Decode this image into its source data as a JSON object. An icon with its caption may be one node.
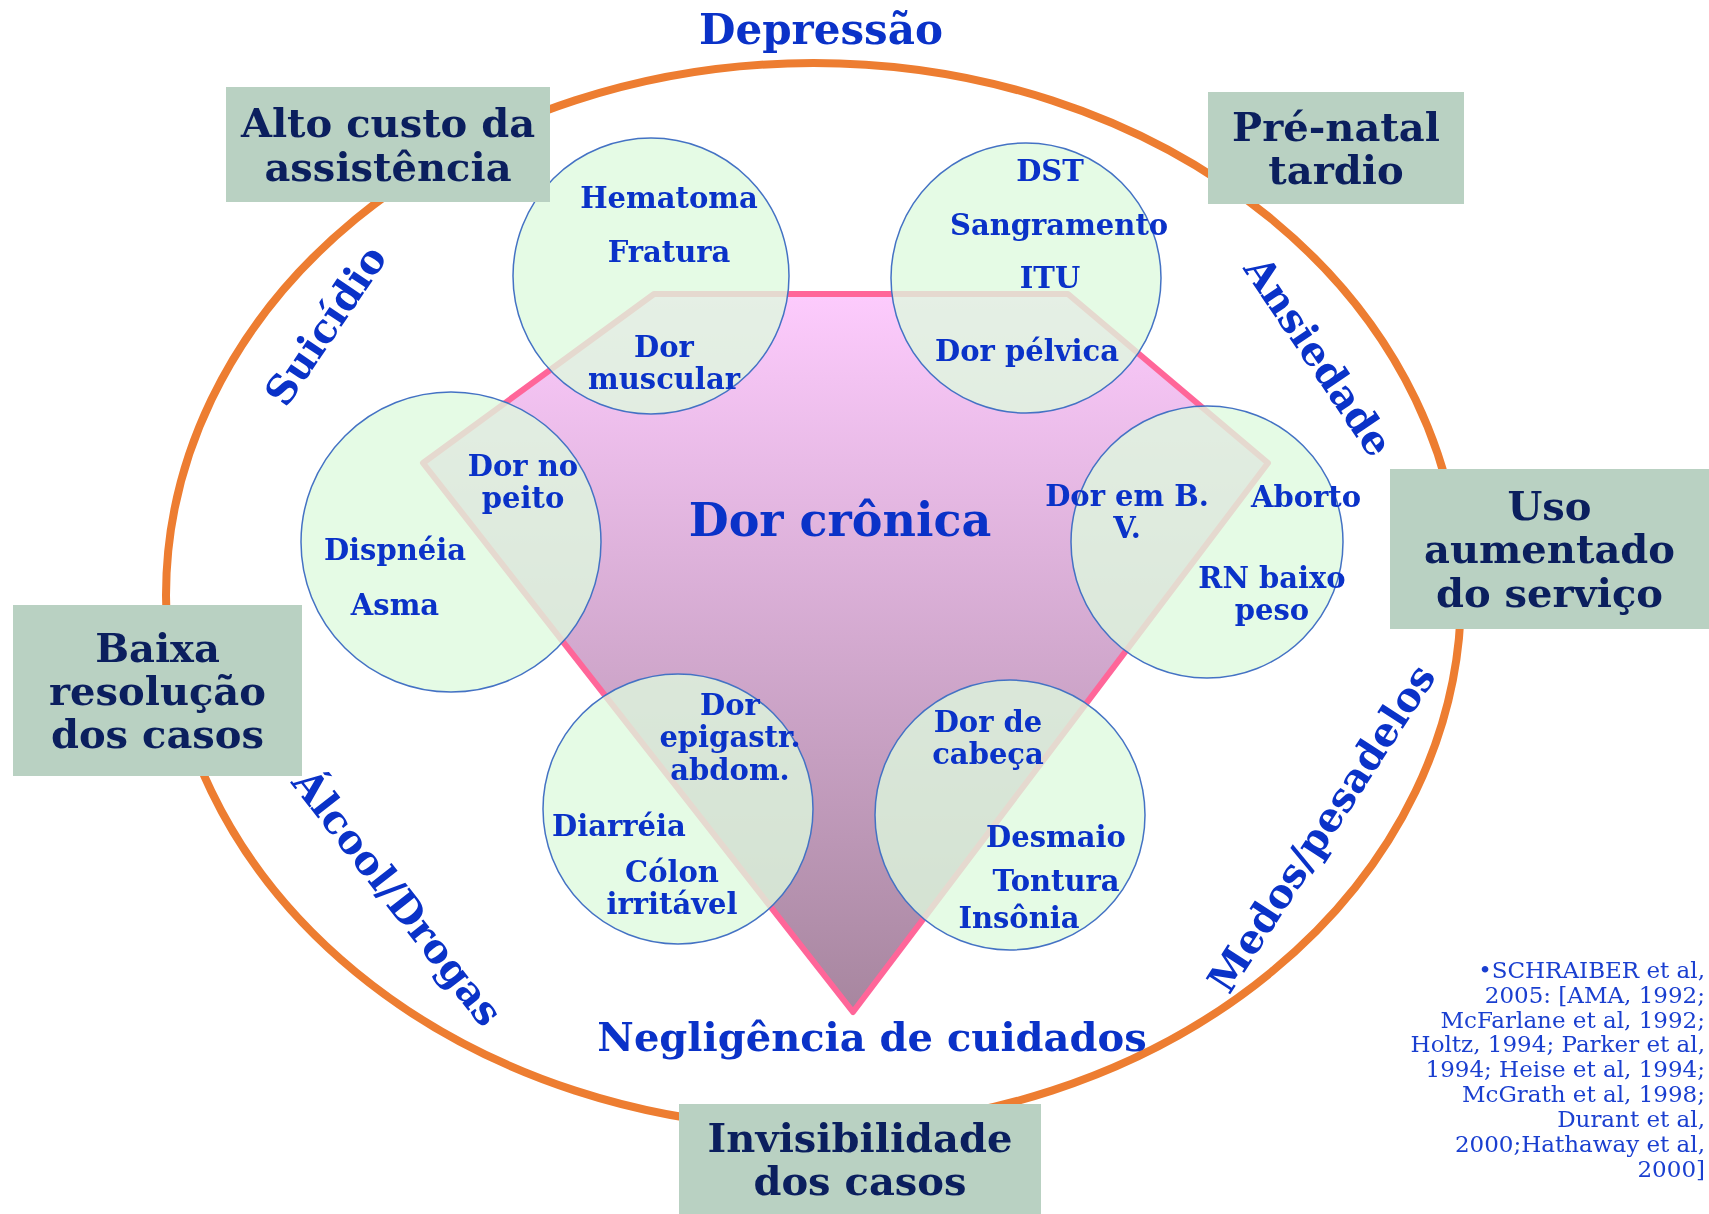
{
  "diagram": {
    "nodes": [
      {
        "text": [],
        "shape": "ellipse"
      },
      {
        "text": [
          "Alto custo da assistência"
        ]
      },
      {
        "text": [
          "Pré-natal tardio"
        ]
      },
      {
        "text": [
          "Hematoma",
          "Fratura",
          "Dor muscular"
        ],
        "in": 0
      },
      {
        "text": [
          "DST",
          "Sangramento",
          "ITU",
          "Dor pélvica"
        ],
        "in": 0
      },
      {
        "text": [
          "Dor crônica"
        ],
        "in": 0
      },
      {
        "text": [
          "Dor no peito",
          "Dispnéia",
          "Asma"
        ],
        "in": 0
      },
      {
        "text": [
          "Dor em B. V.",
          "Aborto",
          "RN baixo peso"
        ],
        "in": 0
      },
      {
        "text": [
          "Uso aumentado do serviço"
        ]
      },
      {
        "text": [
          "Baixa resolução dos casos"
        ]
      },
      {
        "text": [
          "Dor epigastr. abdom.",
          "Diarréia",
          "Cólon irritável"
        ],
        "in": 0
      },
      {
        "text": [
          "Dor de cabeça",
          "Desmaio",
          "Tontura",
          "Insônia"
        ],
        "in": 0
      },
      {
        "text": [
          "Invisibilidade dos casos"
        ]
      }
    ],
    "edges": [],
    "labels": [
      "Depressão",
      "Suicídio",
      "Ansiedade",
      "Álcool/Drogas",
      "Medos/pesadelos",
      "Negligência de cuidados",
      "•SCHRAIBER et al, 2005: [AMA, 1992; McFarlane et al, 1992; Holtz, 1994; Parker et al, 1994; Heise et al, 1994; McGrath et al, 1998; Durant et al, 2000;Hathaway et al, 2000]"
    ]
  }
}
